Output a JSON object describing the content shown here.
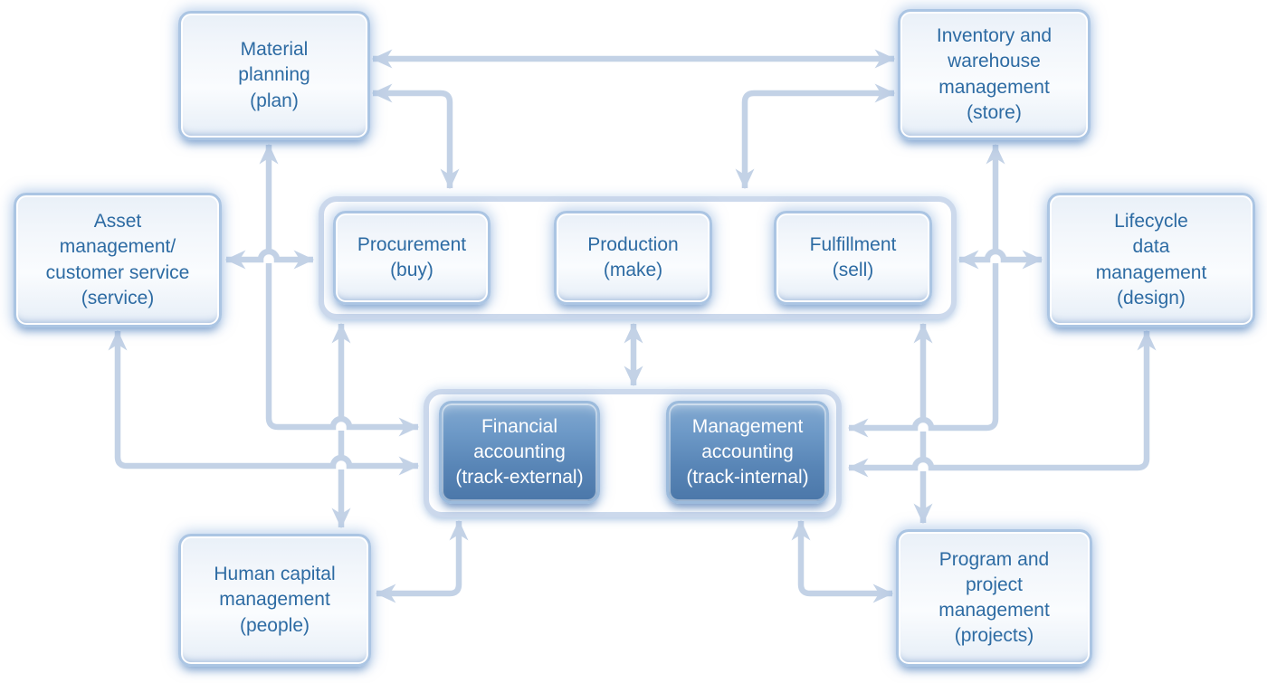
{
  "palette": {
    "background": "#ffffff",
    "connector": "#c3d2e6",
    "node_border": "#abc5e3",
    "node_fill_top": "#e9f0f8",
    "node_fill_bottom": "#e6eef7",
    "node_text": "#2d6ba3",
    "dark_node_fill_top": "#82a9d1",
    "dark_node_fill_bottom": "#4b77a9",
    "dark_node_text": "#ffffff",
    "container_border": "#ccd9ec"
  },
  "nodes": [
    {
      "id": "material-planning",
      "label": "Material\nplanning\n(plan)"
    },
    {
      "id": "inventory-warehouse",
      "label": "Inventory and\nwarehouse\nmanagement\n(store)"
    },
    {
      "id": "asset-management",
      "label": "Asset\nmanagement/\ncustomer service\n(service)"
    },
    {
      "id": "procurement",
      "label": "Procurement\n(buy)"
    },
    {
      "id": "production",
      "label": "Production\n(make)"
    },
    {
      "id": "fulfillment",
      "label": "Fulfillment\n(sell)"
    },
    {
      "id": "lifecycle-data",
      "label": "Lifecycle\ndata\nmanagement\n(design)"
    },
    {
      "id": "financial-accounting",
      "label": "Financial\naccounting\n(track-external)"
    },
    {
      "id": "management-accounting",
      "label": "Management\naccounting\n(track-internal)"
    },
    {
      "id": "human-capital",
      "label": "Human capital\nmanagement\n(people)"
    },
    {
      "id": "program-project",
      "label": "Program and\nproject\nmanagement\n(projects)"
    }
  ]
}
